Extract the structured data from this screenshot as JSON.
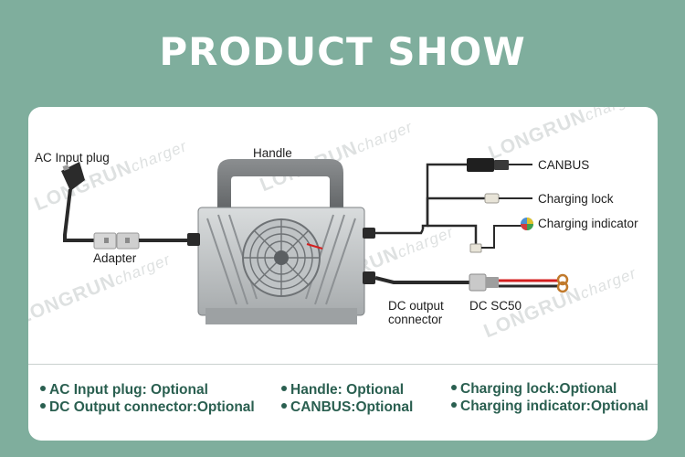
{
  "title": "PRODUCT SHOW",
  "watermark": {
    "brand": "LONGRUN",
    "suffix": "charger"
  },
  "labels": {
    "ac_input_plug": "AC Input  plug",
    "handle": "Handle",
    "adapter": "Adapter",
    "canbus": "CANBUS",
    "charging_lock": "Charging lock",
    "charging_indicator": "Charging indicator",
    "dc_output_connector_line1": "DC output",
    "dc_output_connector_line2": "connector",
    "dc_sc50": "DC  SC50"
  },
  "options": [
    {
      "text": "AC Input plug: Optional"
    },
    {
      "text": "DC Output connector:Optional"
    },
    {
      "text": "Handle: Optional"
    },
    {
      "text": "CANBUS:Optional"
    },
    {
      "text": "Charging lock:Optional"
    },
    {
      "text": "Charging indicator:Optional"
    }
  ],
  "colors": {
    "background": "#7fae9d",
    "card": "#ffffff",
    "option_text": "#2a5f50",
    "dc_wire_red": "#d42020"
  }
}
